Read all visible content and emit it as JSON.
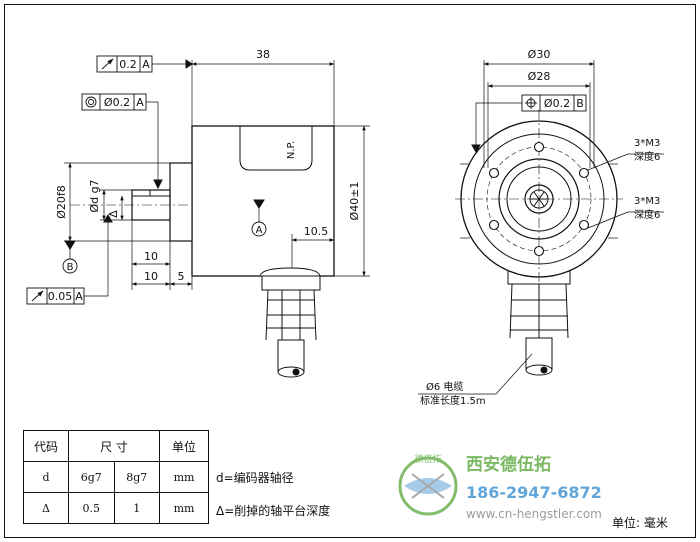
{
  "dimensions": {
    "length_38": "38",
    "diam_30": "Ø30",
    "diam_28": "Ø28",
    "diam_20f8": "Ø20f8",
    "diam_d_g7": "Ød g7",
    "delta": "Δ",
    "diam_40": "Ø40±1",
    "dim_10_5": "10.5",
    "dim_10_a": "10",
    "dim_10_b": "10",
    "dim_5": "5",
    "np_label": "N.P."
  },
  "tolerances": {
    "top_runout": {
      "symbol": "↗",
      "value": "0.2",
      "datum": "A"
    },
    "concentricity": {
      "symbol": "◎",
      "value": "Ø0.2",
      "datum": "A"
    },
    "bottom_runout": {
      "symbol": "↗",
      "value": "0.05",
      "datum": "A"
    },
    "right_position": {
      "symbol": "⌖",
      "value": "Ø0.2",
      "datum": "B"
    }
  },
  "datums": {
    "a": "A",
    "b": "B"
  },
  "holes": {
    "upper_count": "3*M3",
    "upper_depth": "深度6",
    "lower_count": "3*M3",
    "lower_depth": "深度6"
  },
  "cable": {
    "diameter": "Ø6 电缆",
    "standard_length": "标准长度1.5m"
  },
  "table": {
    "headers": {
      "code": "代码",
      "size": "尺 寸",
      "unit": "单位"
    },
    "rows": [
      {
        "code": "d",
        "v1": "6g7",
        "v2": "8g7",
        "unit": "mm"
      },
      {
        "code": "Δ",
        "v1": "0.5",
        "v2": "1",
        "unit": "mm"
      }
    ]
  },
  "notes": {
    "d_note": "d=编码器轴径",
    "delta_note": "Δ=削掉的轴平台深度"
  },
  "unit_label": "单位: 毫米",
  "brand": {
    "name": "西安德伍拓",
    "phone": "186-2947-6872",
    "website": "www.cn-hengstler.com",
    "logo_chars": "德伍拓"
  },
  "colors": {
    "line": "#111111",
    "brand_green": "#5aa83c",
    "brand_blue": "#3a8fd0",
    "brand_gray": "#8a8a8a"
  }
}
